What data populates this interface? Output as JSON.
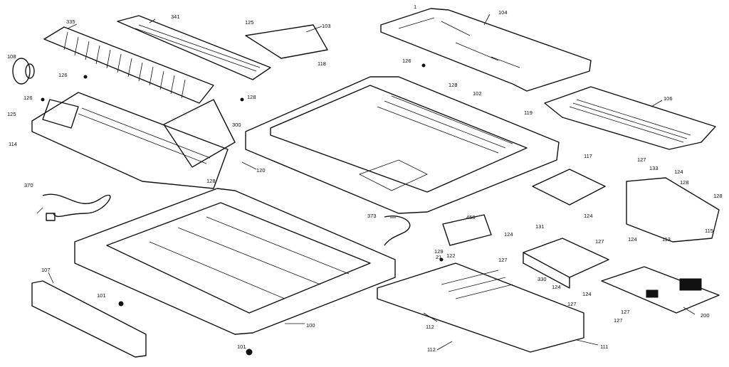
{
  "diagram": {
    "labels": {
      "l1": "1",
      "l104": "104",
      "l341": "341",
      "l335": "335",
      "l125a": "125",
      "l103": "103",
      "l108": "108",
      "l126a": "126",
      "l126b": "126",
      "l126c": "126",
      "l118": "118",
      "l128": "128",
      "l102": "102",
      "l128b": "128",
      "l119": "119",
      "l106": "106",
      "l125b": "125",
      "l114": "114",
      "l300": "300",
      "l120": "120",
      "l128c": "128",
      "l117": "117",
      "l127a": "127",
      "l133": "133",
      "l124a": "124",
      "l128d": "128",
      "l370": "370",
      "l373": "373",
      "l450": "450",
      "l124b": "124",
      "l131": "131",
      "l124c": "124",
      "l127b": "127",
      "l113": "113",
      "l115": "115",
      "l129": "129",
      "l21": "21",
      "l122": "122",
      "l127c": "127",
      "l330": "330",
      "l124d": "124",
      "l124e": "124",
      "l127d": "127",
      "l127e": "127",
      "l127f": "127",
      "l200": "200",
      "l107": "107",
      "l101a": "101",
      "l100": "100",
      "l112a": "112",
      "l112b": "112",
      "l101b": "101",
      "l111": "111",
      "l124f": "124"
    }
  }
}
